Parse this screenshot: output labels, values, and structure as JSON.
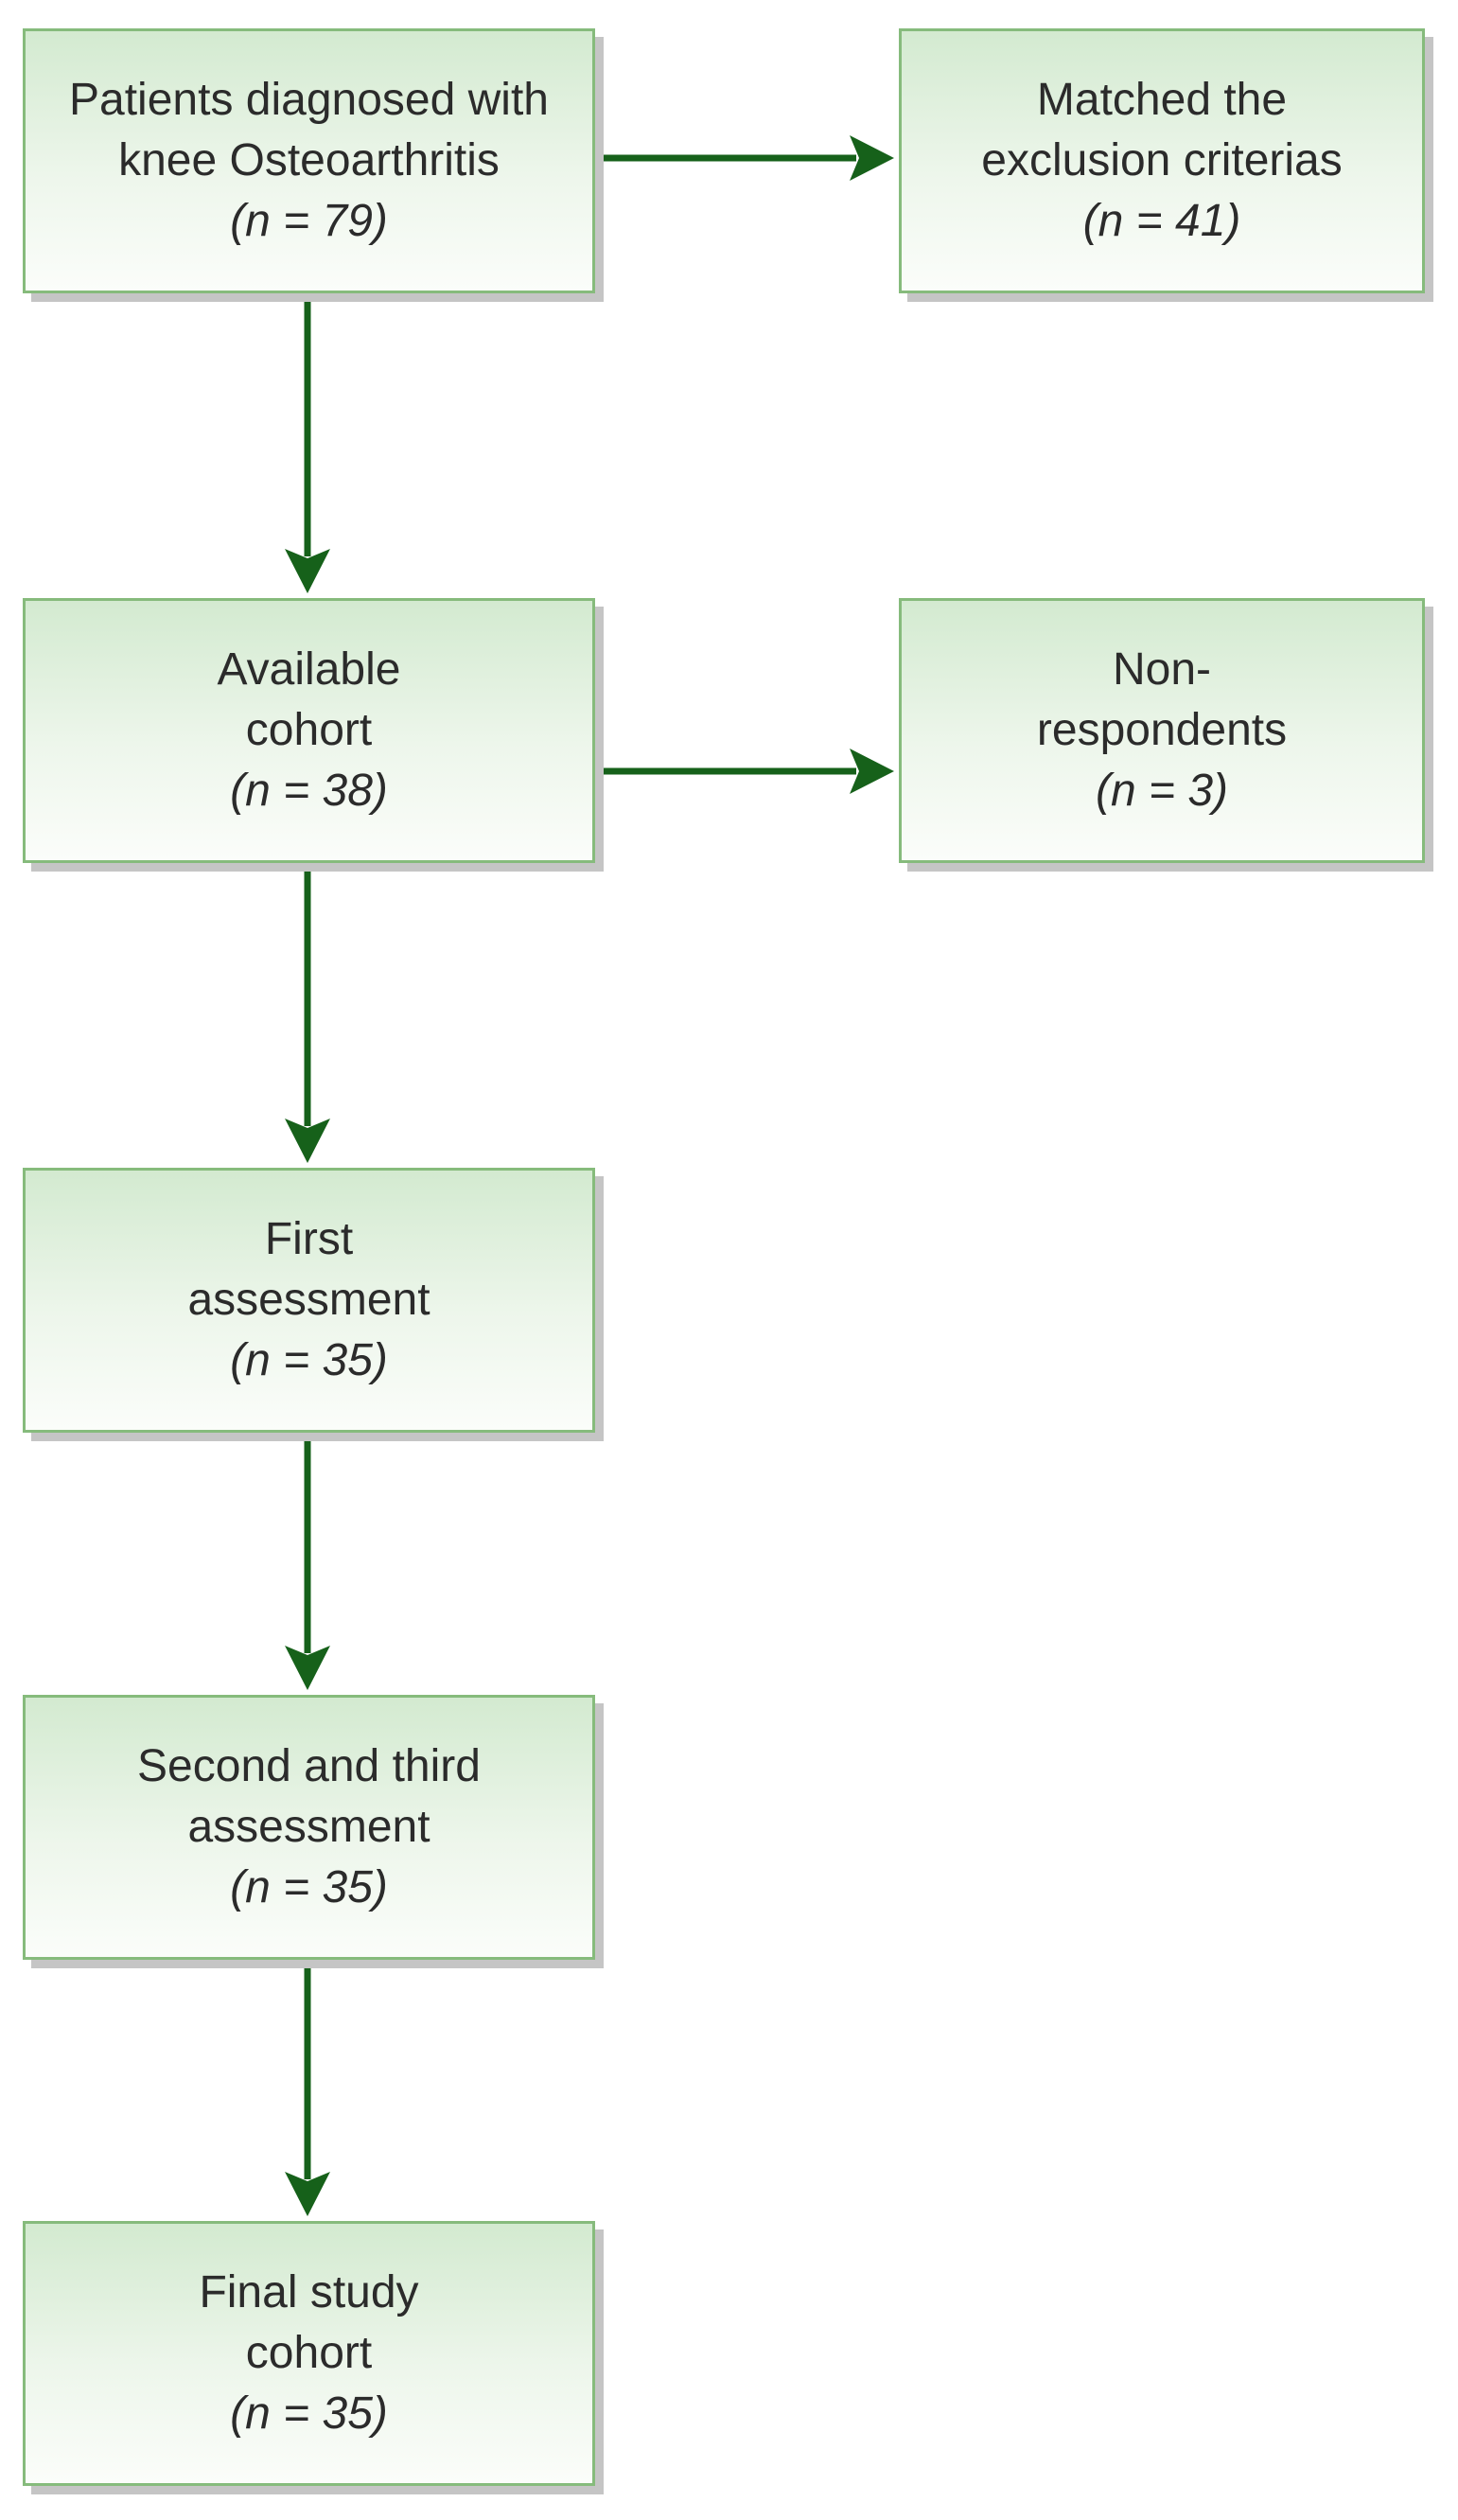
{
  "flow": {
    "patients": {
      "line1": "Patients diagnosed with",
      "line2": "knee Osteoarthritis",
      "count": "(n = 79)"
    },
    "excluded": {
      "line1": "Matched the",
      "line2": "exclusion criterias",
      "count": "(n = 41)"
    },
    "available": {
      "line1": "Available",
      "line2": "cohort",
      "count": "(n = 38)"
    },
    "nonrespondents": {
      "line1": "Non-",
      "line2": "respondents",
      "count": "(n = 3)"
    },
    "first": {
      "line1": "First",
      "line2": "assessment",
      "count": "(n = 35)"
    },
    "second_third": {
      "line1": "Second and third",
      "line2": "assessment",
      "count": "(n = 35)"
    },
    "final": {
      "line1": "Final study",
      "line2": "cohort",
      "count": "(n = 35)"
    }
  },
  "colors": {
    "arrow": "#16611a",
    "box_border": "#86bb7c",
    "box_fill_top": "#d3ead0",
    "box_fill_bottom": "#fbfdfa",
    "shadow": "#c5c5c5"
  }
}
